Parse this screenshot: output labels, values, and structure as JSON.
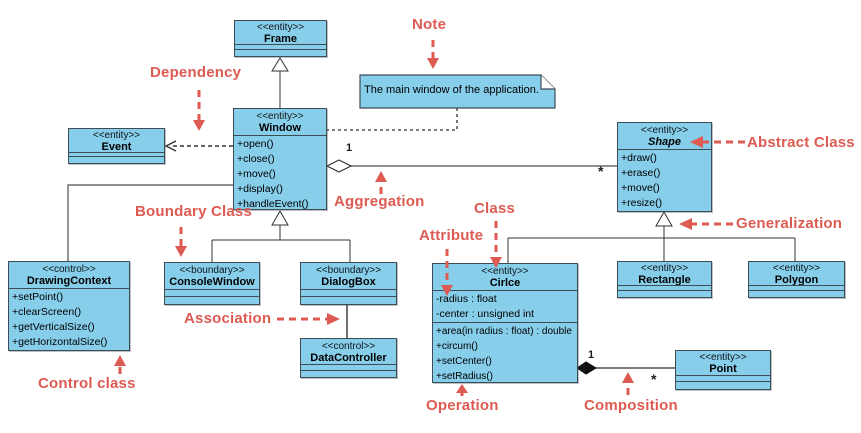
{
  "colors": {
    "box_fill": "#87ceeb",
    "annotation_red": "#dd5b52",
    "connector_gray": "#555555",
    "border": "#3d4c55"
  },
  "classes": {
    "frame": {
      "stereotype": "<<entity>>",
      "name": "Frame"
    },
    "window": {
      "stereotype": "<<entity>>",
      "name": "Window",
      "operations": [
        "+open()",
        "+close()",
        "+move()",
        "+display()",
        "+handleEvent()"
      ]
    },
    "event": {
      "stereotype": "<<entity>>",
      "name": "Event"
    },
    "shape": {
      "stereotype": "<<entity>>",
      "name": "Shape",
      "operations": [
        "+draw()",
        "+erase()",
        "+move()",
        "+resize()"
      ]
    },
    "drawing_context": {
      "stereotype": "<<control>>",
      "name": "DrawingContext",
      "operations": [
        "+setPoint()",
        "+clearScreen()",
        "+getVerticalSize()",
        "+getHorizontalSize()"
      ]
    },
    "console_window": {
      "stereotype": "<<boundary>>",
      "name": "ConsoleWindow"
    },
    "dialog_box": {
      "stereotype": "<<boundary>>",
      "name": "DialogBox"
    },
    "data_controller": {
      "stereotype": "<<control>>",
      "name": "DataController"
    },
    "circle": {
      "stereotype": "<<entity>>",
      "name": "Cirlce",
      "attributes": [
        "-radius : float",
        "-center : unsigned int"
      ],
      "operations": [
        "+area(in radius : float) : double",
        "+circum()",
        "+setCenter()",
        "+setRadius()"
      ]
    },
    "rectangle": {
      "stereotype": "<<entity>>",
      "name": "Rectangle"
    },
    "polygon": {
      "stereotype": "<<entity>>",
      "name": "Polygon"
    },
    "point": {
      "stereotype": "<<entity>>",
      "name": "Point"
    }
  },
  "note": {
    "text": "The main window of the application."
  },
  "annotations": {
    "dependency": "Dependency",
    "note_label": "Note",
    "abstract_class": "Abstract Class",
    "aggregation": "Aggregation",
    "boundary_class": "Boundary Class",
    "class_label": "Class",
    "attribute": "Attribute",
    "generalization": "Generalization",
    "association": "Association",
    "control_class": "Control class",
    "operation": "Operation",
    "composition": "Composition"
  },
  "relationships": {
    "aggregation": {
      "source_multiplicity": "1",
      "target_multiplicity": "*"
    },
    "composition": {
      "source_multiplicity": "1",
      "target_multiplicity": "*"
    }
  }
}
